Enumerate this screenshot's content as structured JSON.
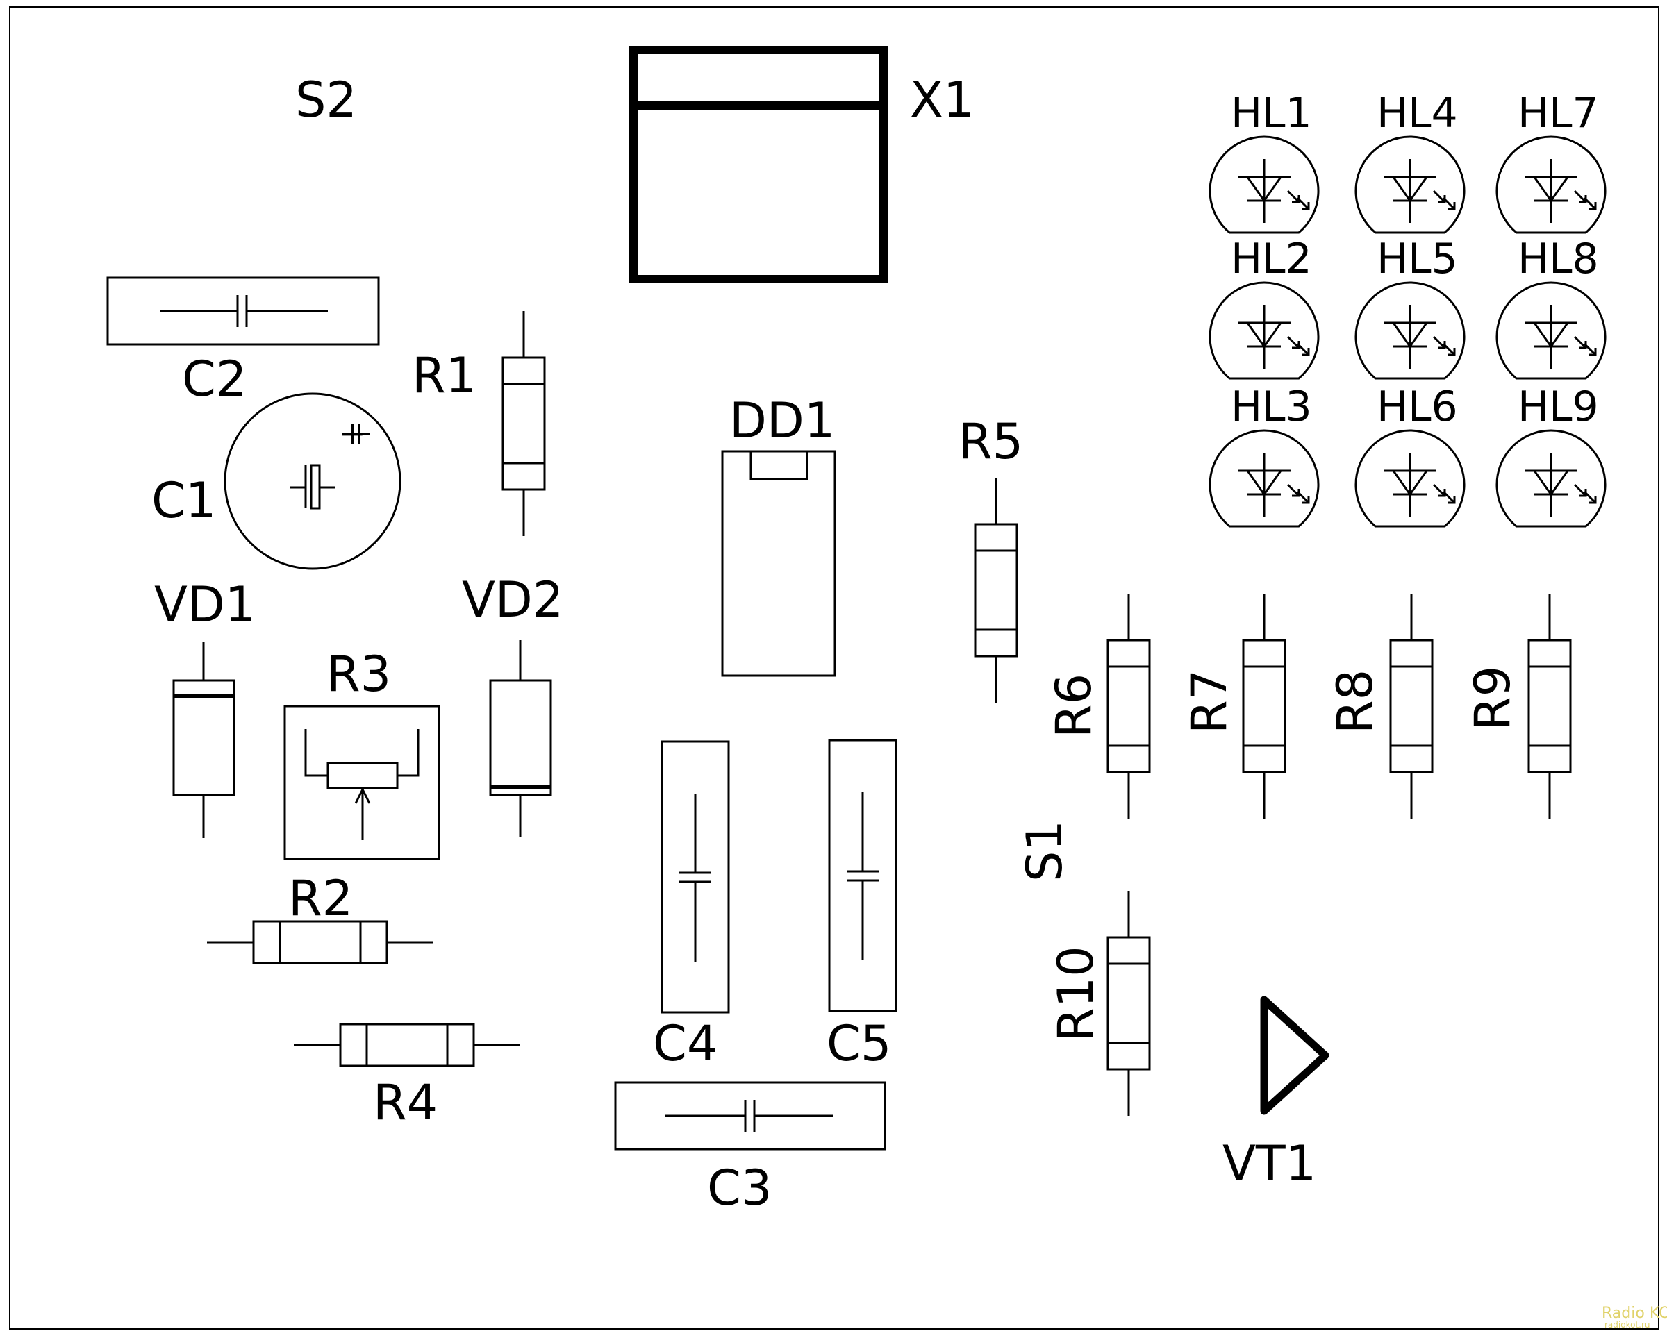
{
  "components": {
    "S2": "S2",
    "X1": "X1",
    "C2": "C2",
    "R1": "R1",
    "C1": "C1",
    "C1_polarity": "+",
    "DD1": "DD1",
    "R5": "R5",
    "VD1": "VD1",
    "VD2": "VD2",
    "R3": "R3",
    "R2": "R2",
    "R4": "R4",
    "C4": "C4",
    "C5": "C5",
    "C3": "C3",
    "R6": "R6",
    "R7": "R7",
    "R8": "R8",
    "R9": "R9",
    "S1": "S1",
    "R10": "R10",
    "VT1": "VT1",
    "HL1": "HL1",
    "HL2": "HL2",
    "HL3": "HL3",
    "HL4": "HL4",
    "HL5": "HL5",
    "HL6": "HL6",
    "HL7": "HL7",
    "HL8": "HL8",
    "HL9": "HL9"
  },
  "watermark": {
    "line1": "Radio KOT",
    "line2": "radiokot.ru"
  },
  "colors": {
    "ink": "#000000",
    "background": "#ffffff",
    "watermark": "#e0d26a"
  }
}
